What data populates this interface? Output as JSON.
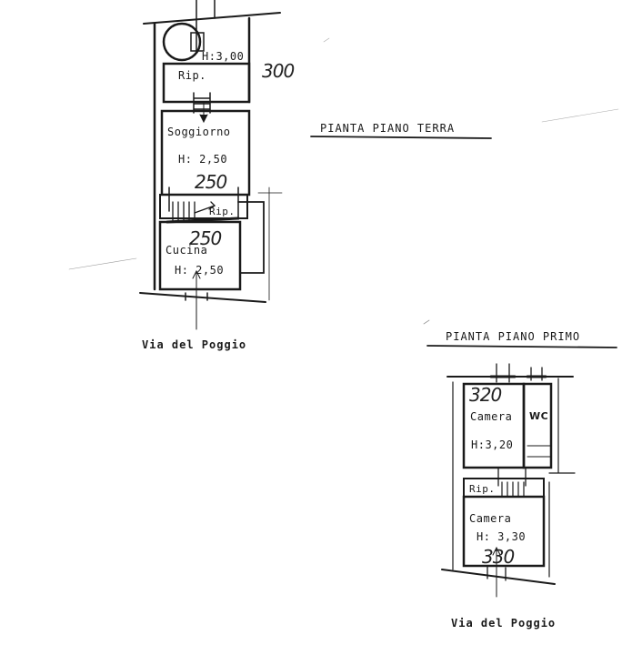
{
  "ground_floor": {
    "title": "PIANTA PIANO TERRA",
    "street": "Via del Poggio",
    "rooms": {
      "storage_top": {
        "height_label": "H:3,00",
        "hand_value": "300",
        "name": "Rip."
      },
      "living": {
        "name": "Soggiorno",
        "height_label": "H: 2,50",
        "hand_value": "250"
      },
      "storage_mid": {
        "name": "Rip."
      },
      "kitchen": {
        "name": "Cucina",
        "height_label": "H: 2,50",
        "hand_value": "250"
      }
    }
  },
  "first_floor": {
    "title": "PIANTA PIANO PRIMO",
    "street": "Via del Poggio",
    "rooms": {
      "bedroom_top": {
        "name": "Camera",
        "height_label": "H:3,20",
        "hand_value": "320"
      },
      "wc": {
        "name": "WC"
      },
      "storage": {
        "name": "Rip."
      },
      "bedroom_bottom": {
        "name": "Camera",
        "height_label": "H: 3,30",
        "hand_value": "330"
      }
    }
  }
}
